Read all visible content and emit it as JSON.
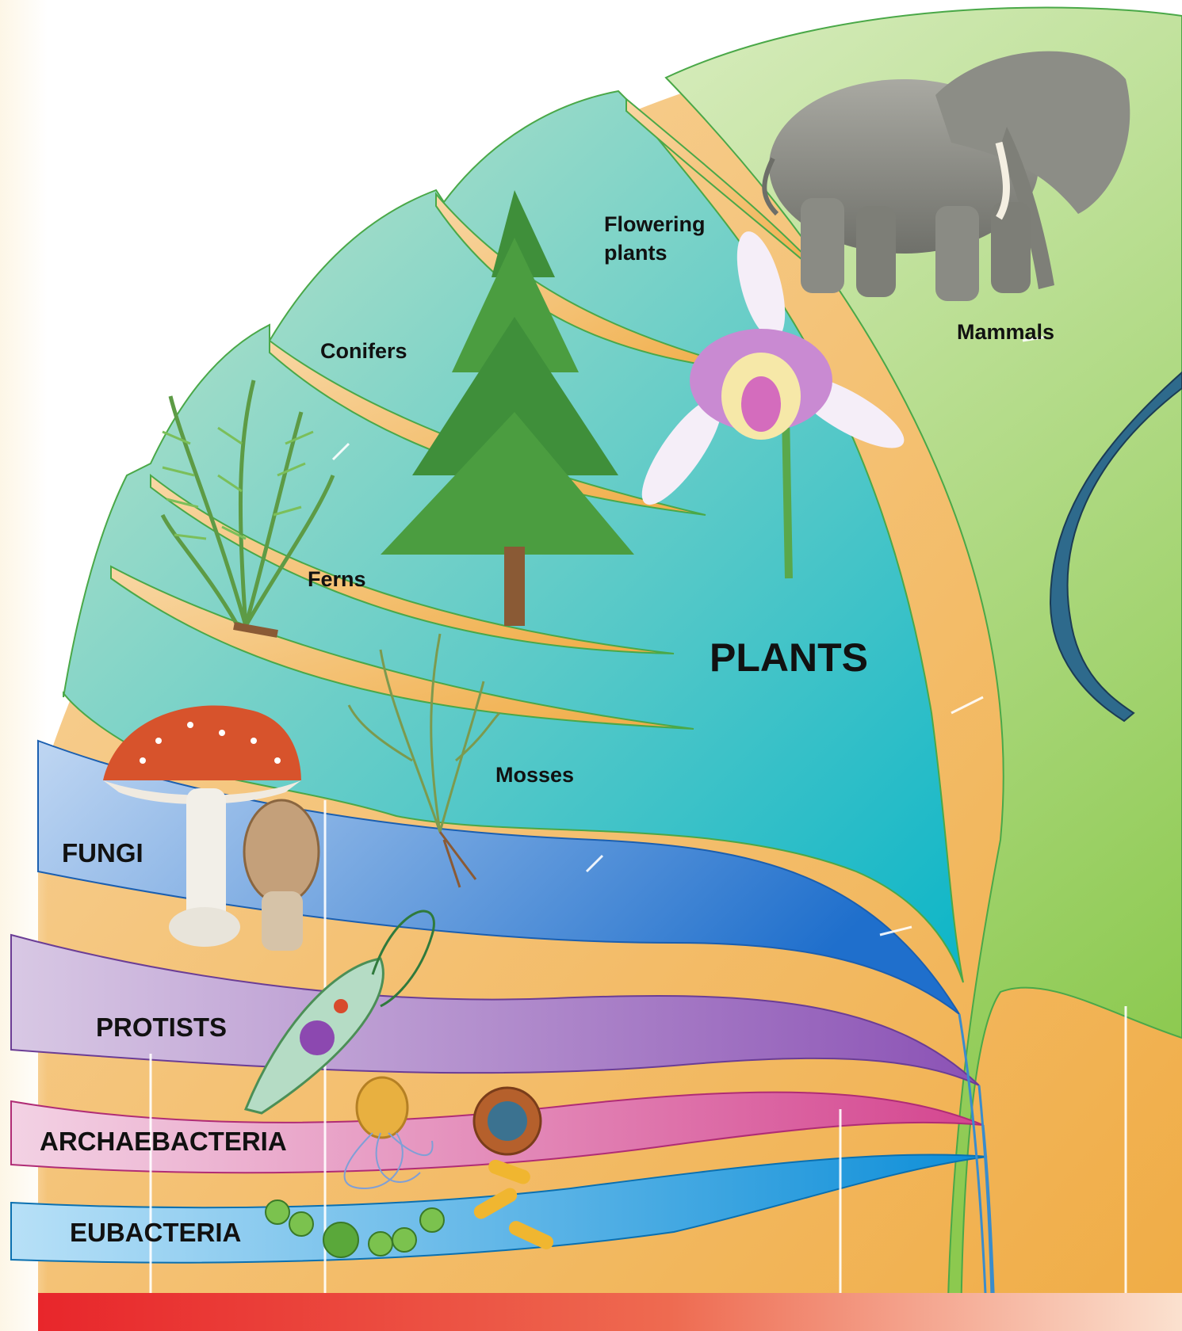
{
  "labels": {
    "flowering_line1": "Flowering",
    "flowering_line2": "plants",
    "mammals": "Mammals",
    "conifers": "Conifers",
    "ferns": "Ferns",
    "plants": "PLANTS",
    "mosses": "Mosses",
    "fungi": "FUNGI",
    "protists": "PROTISTS",
    "archaebacteria": "ARCHAEBACTERIA",
    "eubacteria": "EUBACTERIA"
  },
  "colors": {
    "background_orange": "#f5c27a",
    "plants_band": "#7fd0c8",
    "animals_band": "#a8d878",
    "fungi_band": "#6f9fe0",
    "protists_band": "#a57cc8",
    "archaebacteria_band": "#e07bb4",
    "eubacteria_band": "#3aa8e6",
    "bottom_bar": "#e8262b"
  },
  "icons": [
    "elephant-illustration",
    "orchid-illustration",
    "conifer-tree-illustration",
    "fern-illustration",
    "moss-illustration",
    "mushroom-illustration",
    "morel-illustration",
    "protist-illustration",
    "archaebacteria-illustration",
    "bacteria-chain-illustration",
    "snake-illustration"
  ]
}
